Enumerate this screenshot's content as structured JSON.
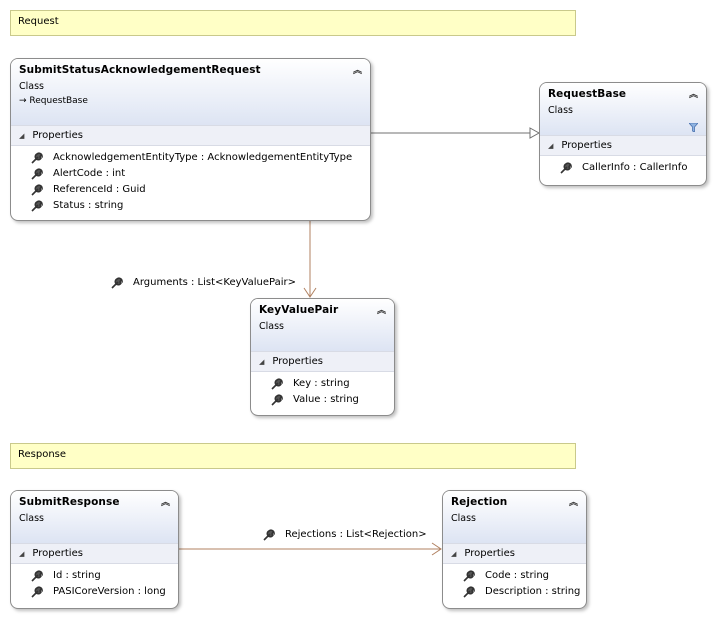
{
  "notes": {
    "request": "Request",
    "response": "Response"
  },
  "classes": {
    "submit_status": {
      "name": "SubmitStatusAcknowledgementRequest",
      "stereotype": "Class",
      "inherits": "RequestBase",
      "section": "Properties",
      "members": [
        "AcknowledgementEntityType : AcknowledgementEntityType",
        "AlertCode : int",
        "ReferenceId : Guid",
        "Status : string"
      ]
    },
    "request_base": {
      "name": "RequestBase",
      "stereotype": "Class",
      "section": "Properties",
      "members": [
        "CallerInfo : CallerInfo"
      ]
    },
    "key_value_pair": {
      "name": "KeyValuePair",
      "stereotype": "Class",
      "section": "Properties",
      "members": [
        "Key : string",
        "Value : string"
      ]
    },
    "submit_response": {
      "name": "SubmitResponse",
      "stereotype": "Class",
      "section": "Properties",
      "members": [
        "Id : string",
        "PASICoreVersion : long"
      ]
    },
    "rejection": {
      "name": "Rejection",
      "stereotype": "Class",
      "section": "Properties",
      "members": [
        "Code : string",
        "Description : string"
      ]
    }
  },
  "associations": {
    "arguments": "Arguments : List<KeyValuePair>",
    "rejections": "Rejections : List<Rejection>"
  },
  "icons": {
    "property": "wrench-icon",
    "collapse": "double-chevron-up-icon",
    "expand_section": "triangle-down-icon",
    "inheritance": "arrow-right-icon",
    "filter": "funnel-icon"
  },
  "colors": {
    "note_fill": "#ffffc6",
    "header_gradient": "#dde4f3",
    "association_line": "#b08060",
    "inheritance_line": "#707070"
  }
}
